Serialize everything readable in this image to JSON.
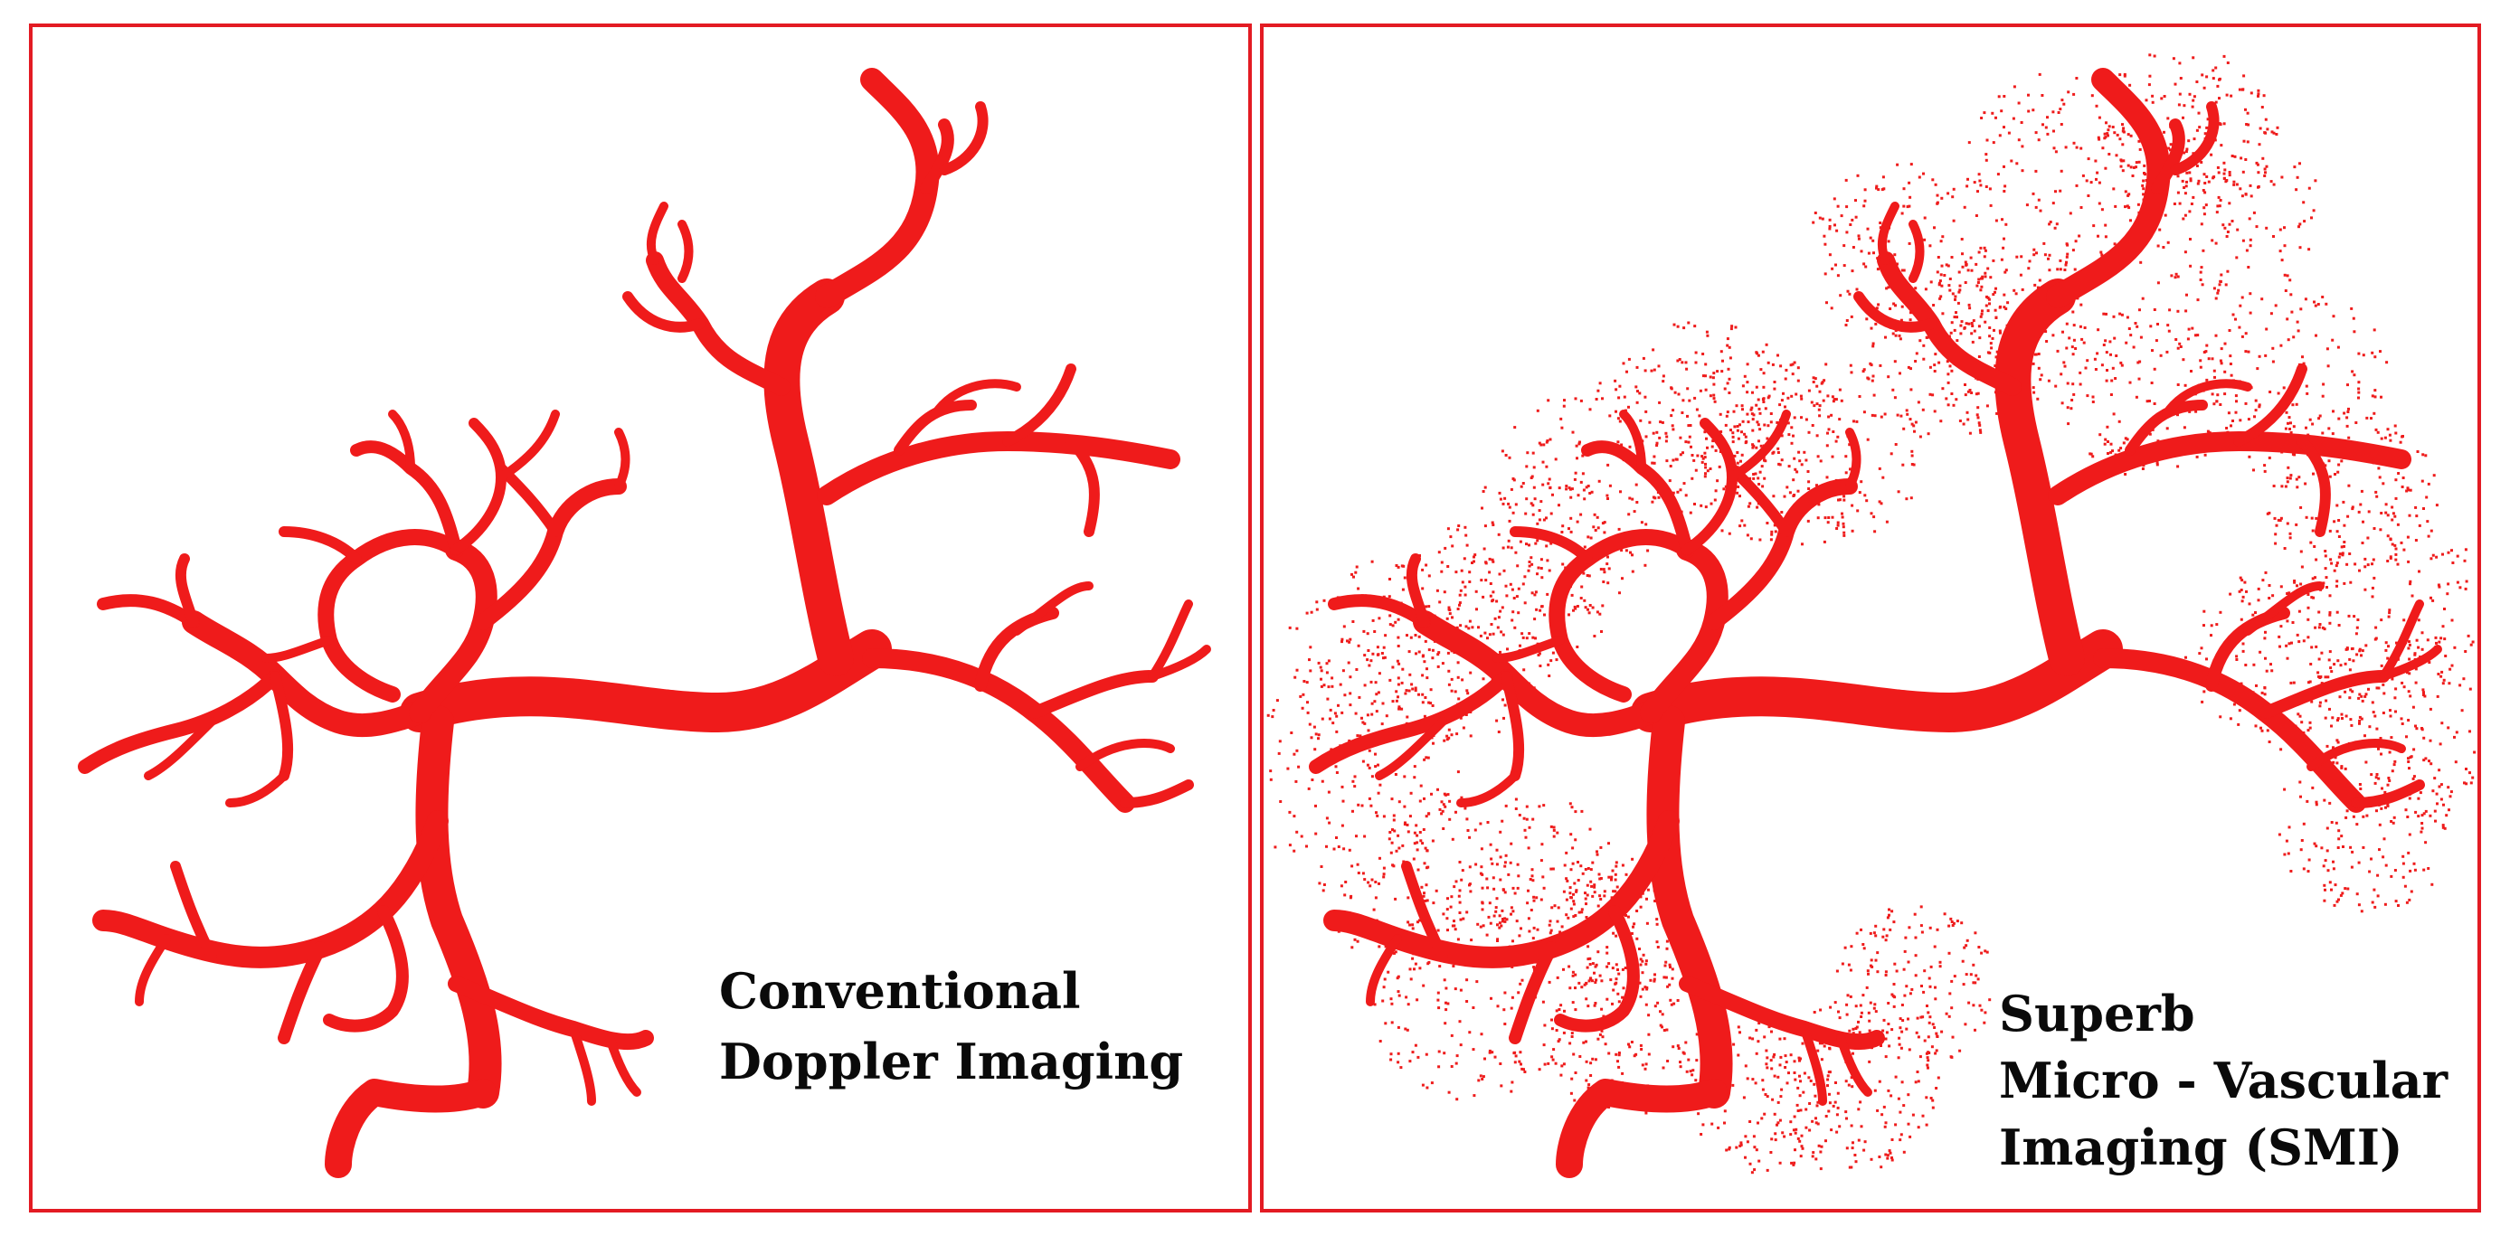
{
  "panels": [
    {
      "id": "conventional",
      "caption_lines": [
        "Conventional",
        "Doppler Imaging"
      ],
      "dots": false
    },
    {
      "id": "smi",
      "caption_lines": [
        "Superb",
        "Micro - Vascular",
        "Imaging (SMI)"
      ],
      "dots": true
    }
  ],
  "colors": {
    "frame": "#e31b23",
    "vessel": "#ef1b1b",
    "vessel_tip": "#c55a8a",
    "dots": "#ee1c1c",
    "text": "#0a0a0a",
    "background": "#ffffff"
  }
}
